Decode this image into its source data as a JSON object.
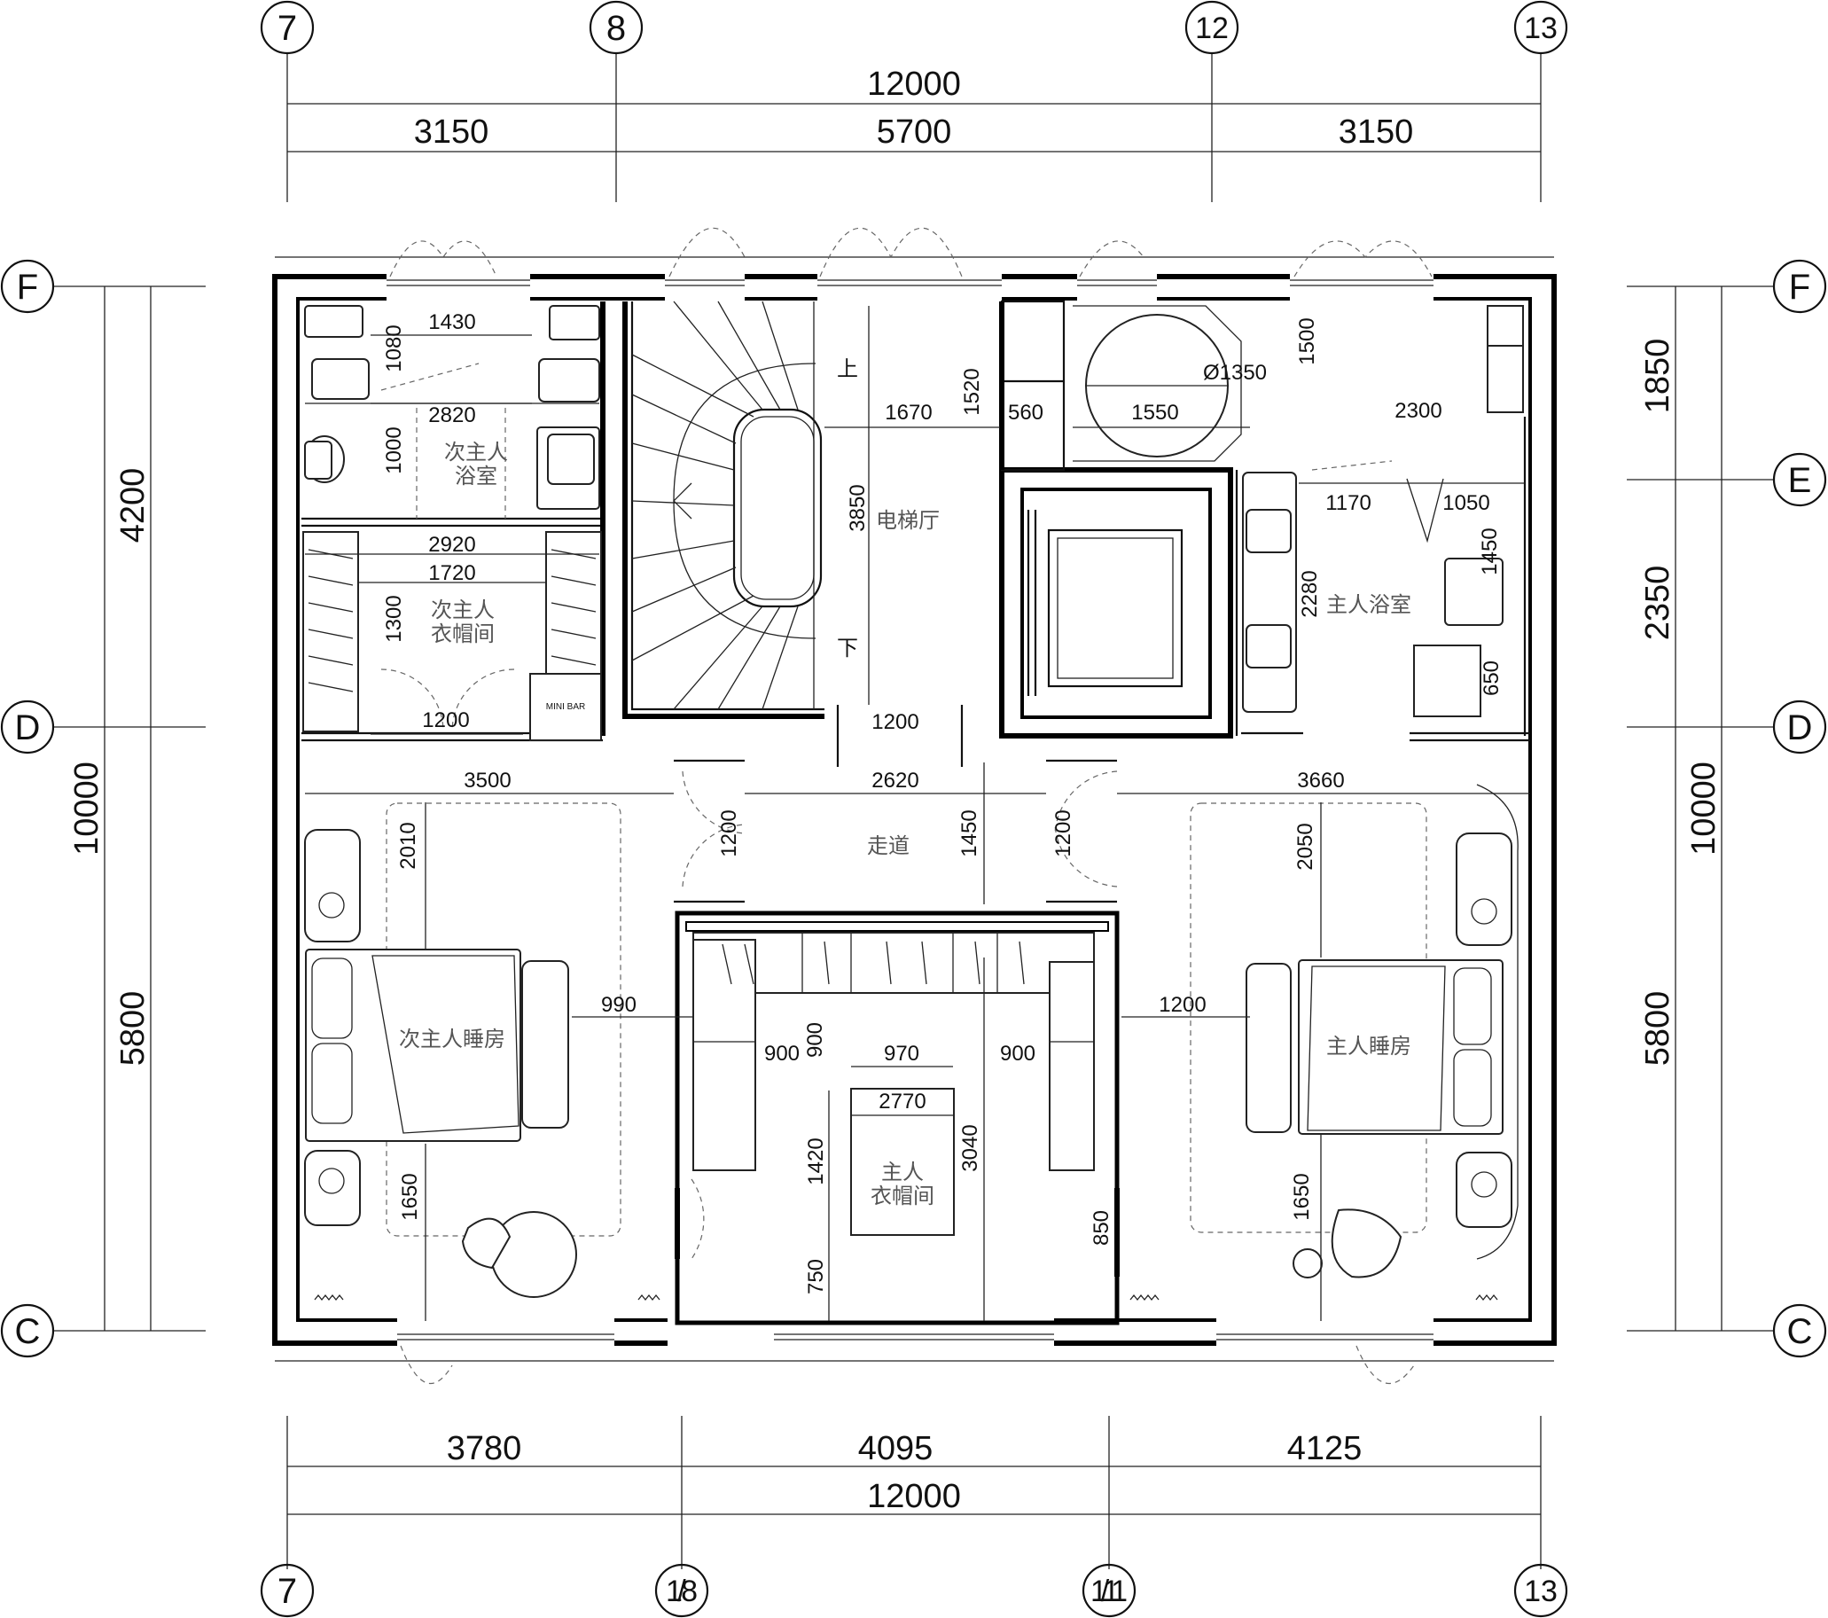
{
  "axes": {
    "top": [
      "7",
      "8",
      "12",
      "13"
    ],
    "bottom": [
      "7",
      "1/8",
      "1/11",
      "13"
    ],
    "left": [
      "F",
      "D",
      "C"
    ],
    "right": [
      "F",
      "E",
      "D",
      "C"
    ]
  },
  "dimensions": {
    "top_total": "12000",
    "top_segments": [
      "3150",
      "5700",
      "3150"
    ],
    "bottom_segments": [
      "3780",
      "4095",
      "4125"
    ],
    "bottom_total": "12000",
    "left_segments": [
      "4200",
      "5800"
    ],
    "left_total": "10000",
    "right_segments": [
      "1850",
      "2350",
      "5800"
    ],
    "right_total": "10000"
  },
  "rooms": {
    "secondary_bath_line1": "次主人",
    "secondary_bath_line2": "浴室",
    "secondary_closet_line1": "次主人",
    "secondary_closet_line2": "衣帽间",
    "elevator_hall": "电梯厅",
    "master_bath": "主人浴室",
    "corridor": "走道",
    "secondary_bedroom": "次主人睡房",
    "master_bedroom": "主人睡房",
    "master_closet_line1": "主人",
    "master_closet_line2": "衣帽间",
    "mini_bar": "MINI BAR",
    "stair_up": "上",
    "stair_down": "下"
  },
  "inner_dims": {
    "d1430": "1430",
    "d1080": "1080",
    "d2820": "2820",
    "d1000": "1000",
    "d2920": "2920",
    "d1720": "1720",
    "d1300": "1300",
    "d1200_closet": "1200",
    "d3500": "3500",
    "d2010": "2010",
    "d990": "990",
    "d1650_left": "1650",
    "d1670": "1670",
    "d1520": "1520",
    "d3850": "3850",
    "d560": "560",
    "d1550": "1550",
    "d1350": "Ø1350",
    "d1500": "1500",
    "d2300": "2300",
    "d1170": "1170",
    "d1050": "1050",
    "d1450_bath": "1450",
    "d2280": "2280",
    "d650": "650",
    "d1200_lift": "1200",
    "d2620": "2620",
    "d3660": "3660",
    "d1200_door_l": "1200",
    "d1450_corr": "1450",
    "d1200_door_r": "1200",
    "d2050": "2050",
    "d1200_bed": "1200",
    "d900_l": "900",
    "d900_v": "900",
    "d970": "970",
    "d900_r": "900",
    "d2770": "2770",
    "d1420": "1420",
    "d3040": "3040",
    "d750": "750",
    "d850": "850",
    "d1650_right": "1650"
  },
  "colors": {
    "line": "#000000",
    "furniture": "#222222",
    "room_label": "#555555"
  }
}
